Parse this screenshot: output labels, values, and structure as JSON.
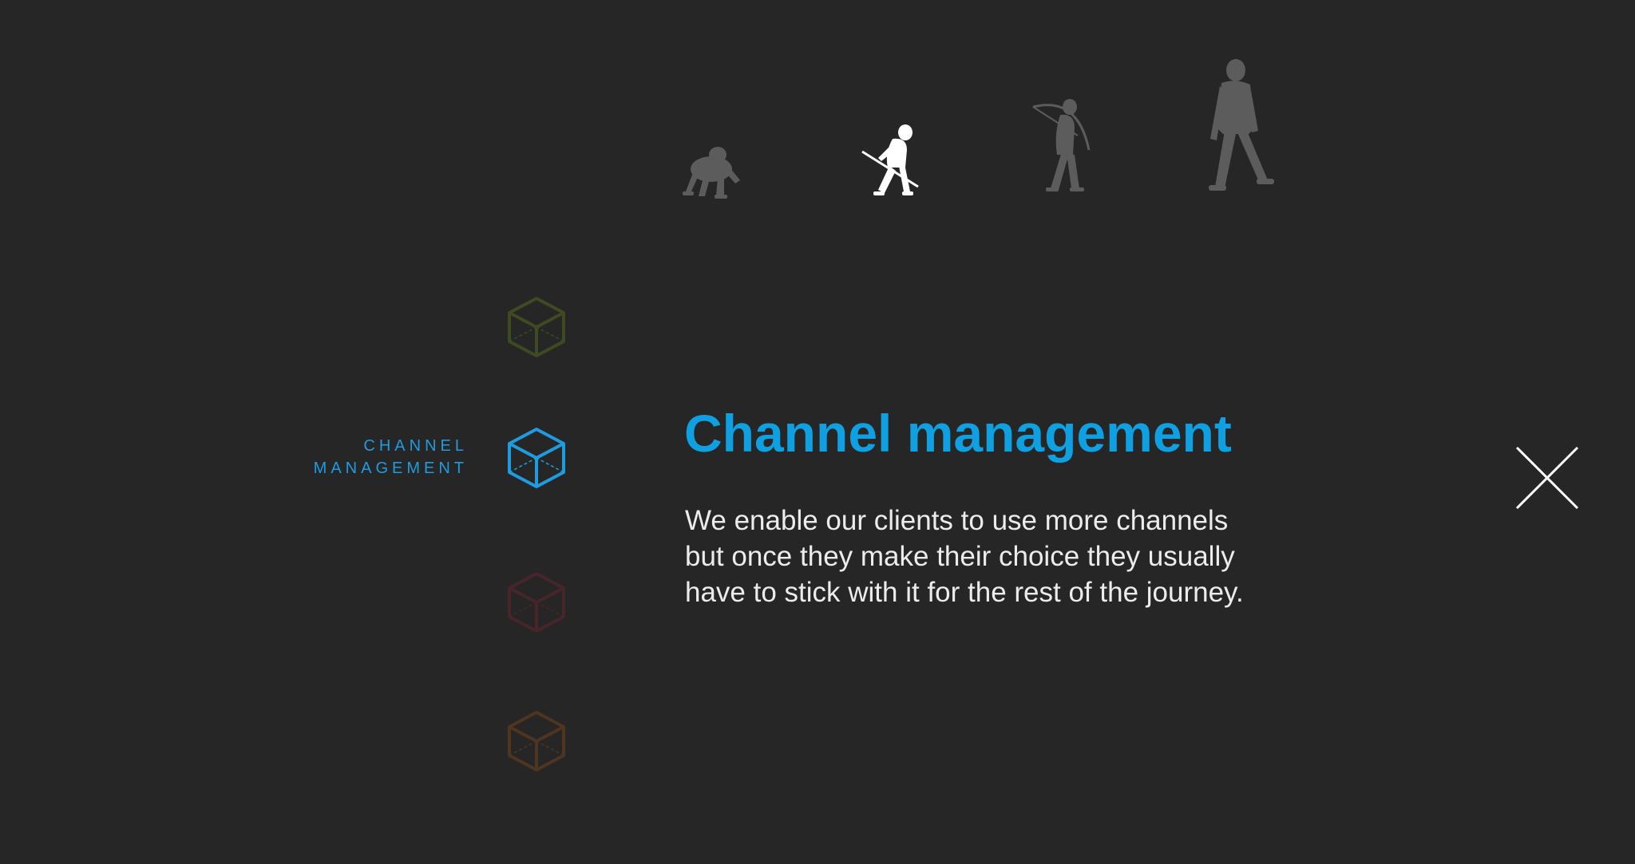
{
  "colors": {
    "background": "#262626",
    "accent": "#1f9be0",
    "title": "#0ea0e0",
    "body_text": "#ececec",
    "evolution_inactive": "#5c5c5c",
    "evolution_active": "#ffffff",
    "cube_green": "#3d4a22",
    "cube_red": "#48252a",
    "cube_brown": "#4e3520"
  },
  "evolution_stages": [
    {
      "icon": "ape-icon",
      "active": false
    },
    {
      "icon": "early-human-with-spear-icon",
      "active": true
    },
    {
      "icon": "archer-human-icon",
      "active": false
    },
    {
      "icon": "modern-human-icon",
      "active": false
    }
  ],
  "nav": {
    "items": [
      {
        "icon": "cube-icon",
        "color": "#3d4a22",
        "active": false
      },
      {
        "icon": "cube-icon",
        "color": "#1f9be0",
        "active": true,
        "label_line1": "CHANNEL",
        "label_line2": "MANAGEMENT"
      },
      {
        "icon": "cube-icon",
        "color": "#48252a",
        "active": false
      },
      {
        "icon": "cube-icon",
        "color": "#4e3520",
        "active": false
      }
    ]
  },
  "content": {
    "title": "Channel management",
    "description": "We enable our clients to use more channels but once they make their choice they usually have to stick with it for the rest of the journey."
  },
  "close": {
    "icon": "close-icon"
  }
}
